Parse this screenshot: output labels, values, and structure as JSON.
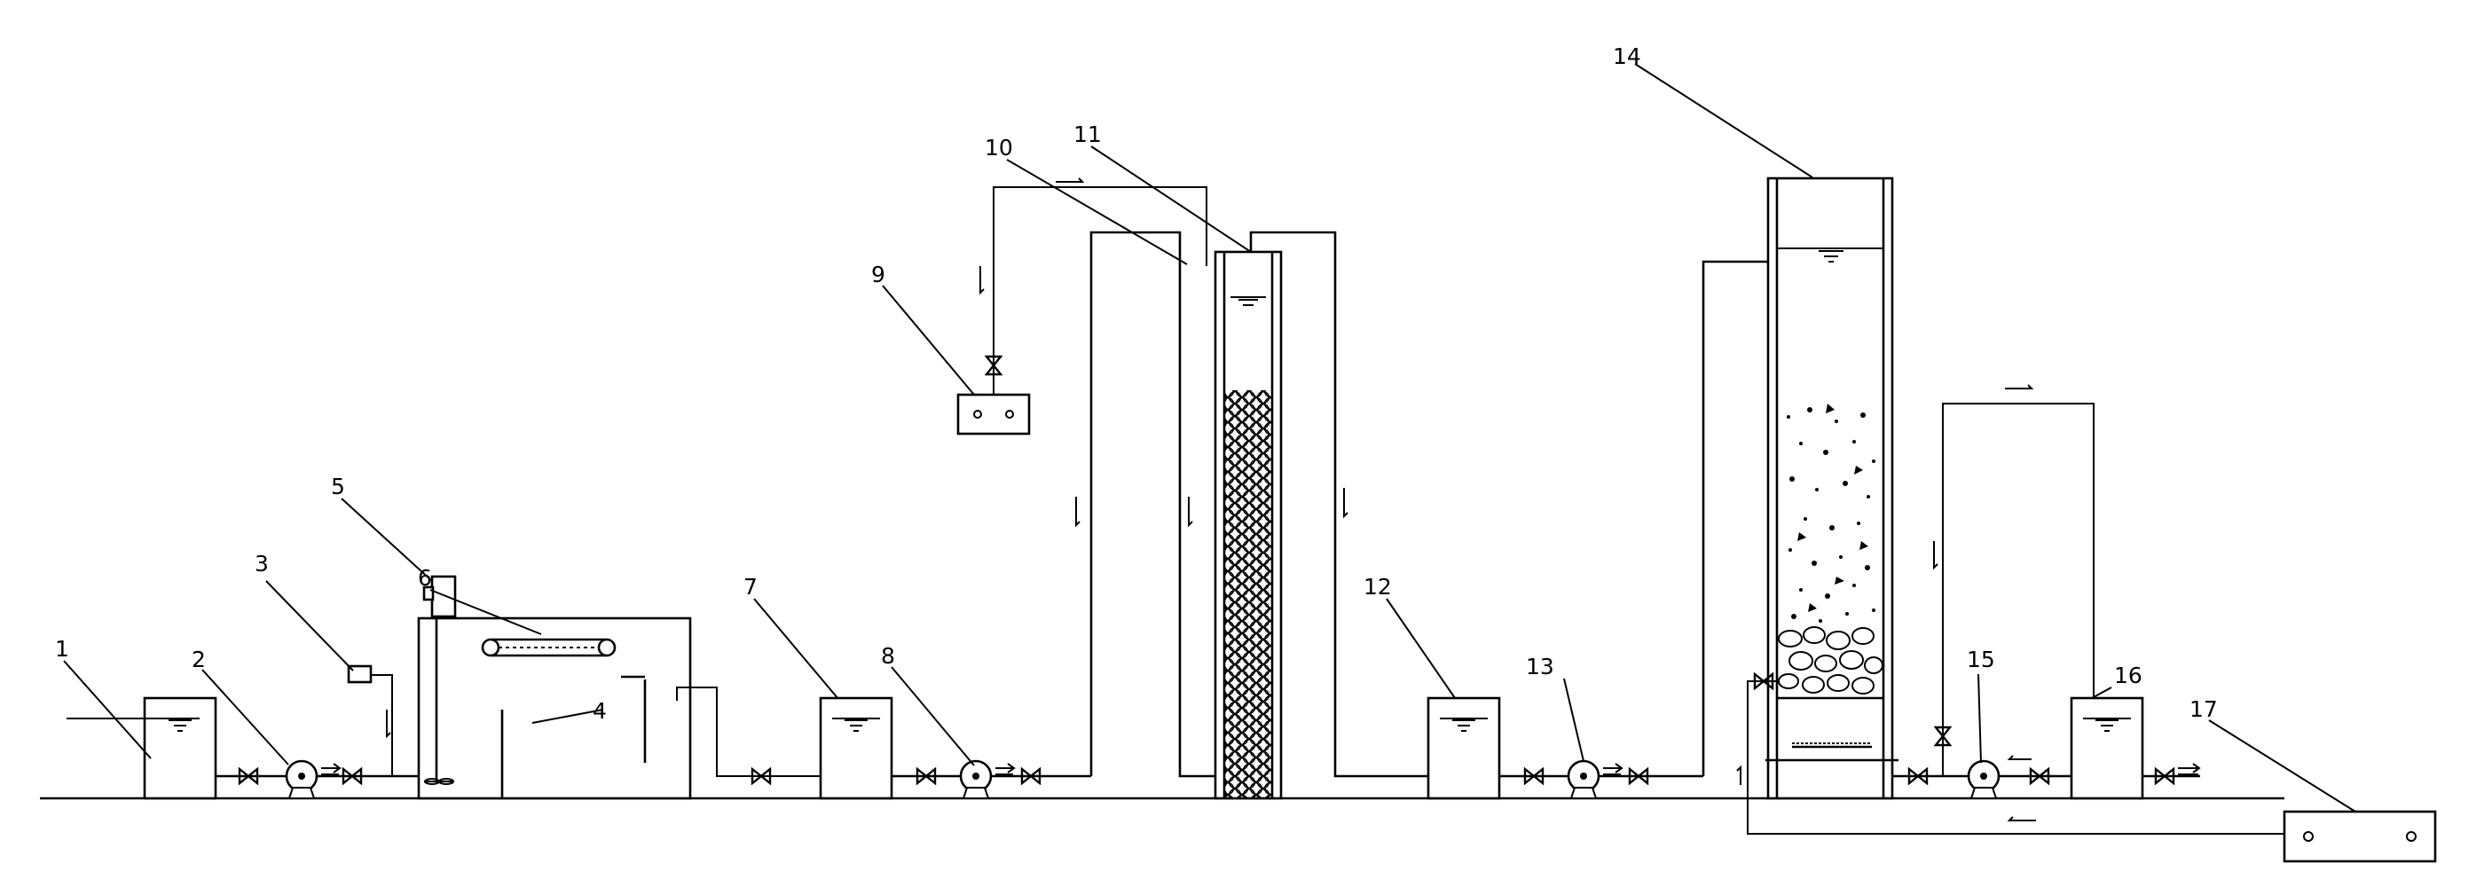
{
  "labels": {
    "n1": "1",
    "n2": "2",
    "n3": "3",
    "n4": "4",
    "n5": "5",
    "n6": "6",
    "n7": "7",
    "n8": "8",
    "n9": "9",
    "n10": "10",
    "n11": "11",
    "n12": "12",
    "n13": "13",
    "n14": "14",
    "n15": "15",
    "n16": "16",
    "n17": "17"
  }
}
